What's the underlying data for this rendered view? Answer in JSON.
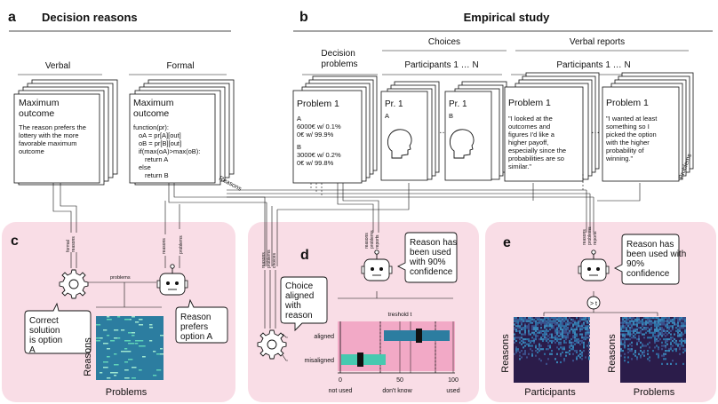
{
  "panel_a": {
    "letter": "a",
    "title": "Decision reasons",
    "col_verbal": "Verbal",
    "col_formal": "Formal",
    "verbal_card_title": [
      "Maximum",
      "outcome"
    ],
    "verbal_card_text": [
      "The reason prefers the",
      "lottery with the more",
      "favorable maximum",
      "outcome"
    ],
    "formal_card_title": [
      "Maximum",
      "outcome"
    ],
    "formal_card_code": [
      "function(pr):",
      "oA = pr[A][out]",
      "oB = pr[B][out]",
      "if(max(oA)>max(oB):",
      "return A",
      "else",
      "return B"
    ],
    "stack_label": "Reasons"
  },
  "panel_b": {
    "letter": "b",
    "title": "Empirical study",
    "col_decision": [
      "Decision",
      "problems"
    ],
    "col_choices": "Choices",
    "col_verbal": "Verbal reports",
    "participants_label": "Participants 1 … N",
    "problem_card_title": "Problem 1",
    "problem_card_lines": [
      "A",
      "6000€ w/ 0.1%",
      "0€ w/ 99.9%",
      "B",
      "3000€ w/ 0.2%",
      "0€ w/ 99.8%"
    ],
    "choice_card_title": "Pr. 1",
    "choice_A": "A",
    "choice_B": "B",
    "ellipsis": "…",
    "report1_title": "Problem 1",
    "report1_text": [
      "\"I looked at the",
      "outcomes and",
      "figures I'd like a",
      "higher payoff,",
      "especially since the",
      "probabilities are so",
      "similar.\""
    ],
    "report2_title": "Problem 1",
    "report2_text": [
      "\"I wanted at least",
      "something so I",
      "picked the option",
      "with the higher",
      "probability of",
      "winning.\""
    ],
    "stack_label": "Problems"
  },
  "panel_c": {
    "letter": "c",
    "wire_labels": [
      "formal",
      "reasons",
      "reasons",
      "problems"
    ],
    "problems_wire": "problems",
    "bubble_left": [
      "Correct",
      "solution",
      "is option",
      "A"
    ],
    "bubble_right": [
      "Reason",
      "prefers",
      "option A"
    ],
    "y_label": "Reasons",
    "x_label": "Problems"
  },
  "panel_d": {
    "letter": "d",
    "wire_labels_robot": [
      "reasons",
      "problems",
      "reports"
    ],
    "wire_labels_gear": [
      "reasons",
      "problems",
      "choices"
    ],
    "bubble_robot": [
      "Reason has",
      "been used",
      "with 90%",
      "confidence"
    ],
    "bubble_gear": [
      "Choice",
      "aligned",
      "with",
      "reason"
    ],
    "threshold_label": "treshold t",
    "row_aligned": "aligned",
    "row_misaligned": "misaligned",
    "ticks": [
      "0",
      "50",
      "100"
    ],
    "axis_words": [
      "not used",
      "don't know",
      "used"
    ]
  },
  "panel_e": {
    "letter": "e",
    "wire_labels": [
      "reasons",
      "problems",
      "reports"
    ],
    "bubble": [
      "Reason has",
      "been used with",
      "90%",
      "confidence"
    ],
    "threshold_symbol": "> t",
    "left_ylabel": "Reasons",
    "left_xlabel": "Participants",
    "right_ylabel": "Reasons",
    "right_xlabel": "Problems"
  },
  "colors": {
    "pink_panel": "#f9dde6",
    "pink_strip": "#f2a9c6",
    "teal_bar": "#2c7da0",
    "mint_bar": "#47c9b0",
    "heatmap_dark": "#2b1c4a",
    "heatmap_blue": "#2f6fa3"
  }
}
